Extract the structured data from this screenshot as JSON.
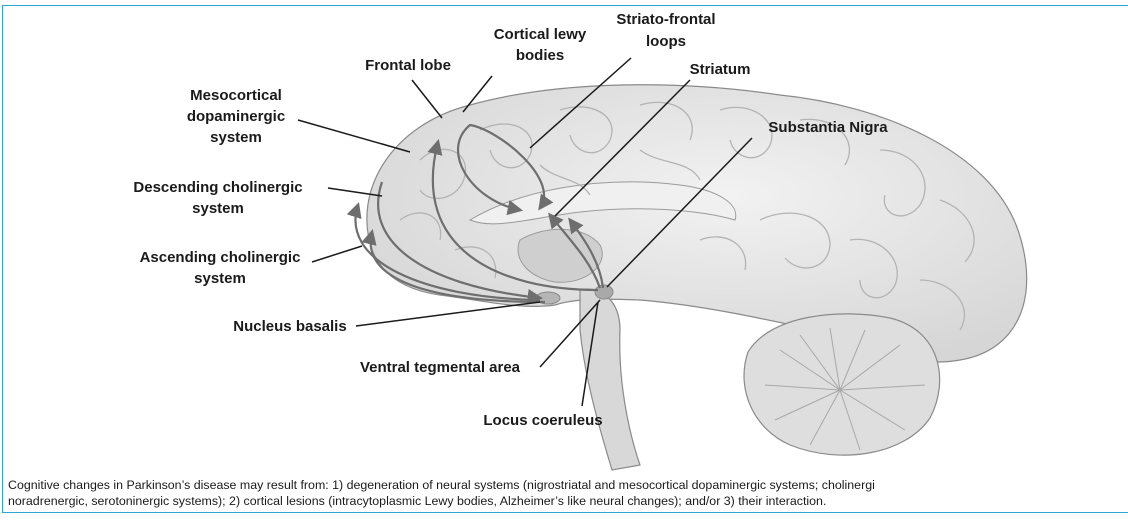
{
  "labels": {
    "frontal_lobe": "Frontal lobe",
    "cortical_lewy_1": "Cortical lewy",
    "cortical_lewy_2": "bodies",
    "striato_frontal_1": "Striato-frontal",
    "striato_frontal_2": "loops",
    "striatum": "Striatum",
    "mesocortical_1": "Mesocortical",
    "mesocortical_2": "dopaminergic",
    "mesocortical_3": "system",
    "substantia_nigra": "Substantia Nigra",
    "descending_1": "Descending cholinergic",
    "descending_2": "system",
    "ascending_1": "Ascending cholinergic",
    "ascending_2": "system",
    "nucleus_basalis": "Nucleus basalis",
    "ventral_tegmental": "Ventral tegmental area",
    "locus_coeruleus": "Locus coeruleus"
  },
  "caption": {
    "line1": "Cognitive changes in Parkinson’s disease may result from: 1) degeneration of neural systems (nigrostriatal and mesocortical dopaminergic systems; cholinergi",
    "line2": "noradrenergic, serotoninergic systems); 2) cortical lesions (intracytoplasmic Lewy bodies, Alzheimer’s like neural changes); and/or 3) their interaction."
  },
  "colors": {
    "border": "#2aa7d6",
    "brain": "#e6e6e6",
    "gyri": "#b3b3b3",
    "pathway": "#6e6e6e"
  }
}
